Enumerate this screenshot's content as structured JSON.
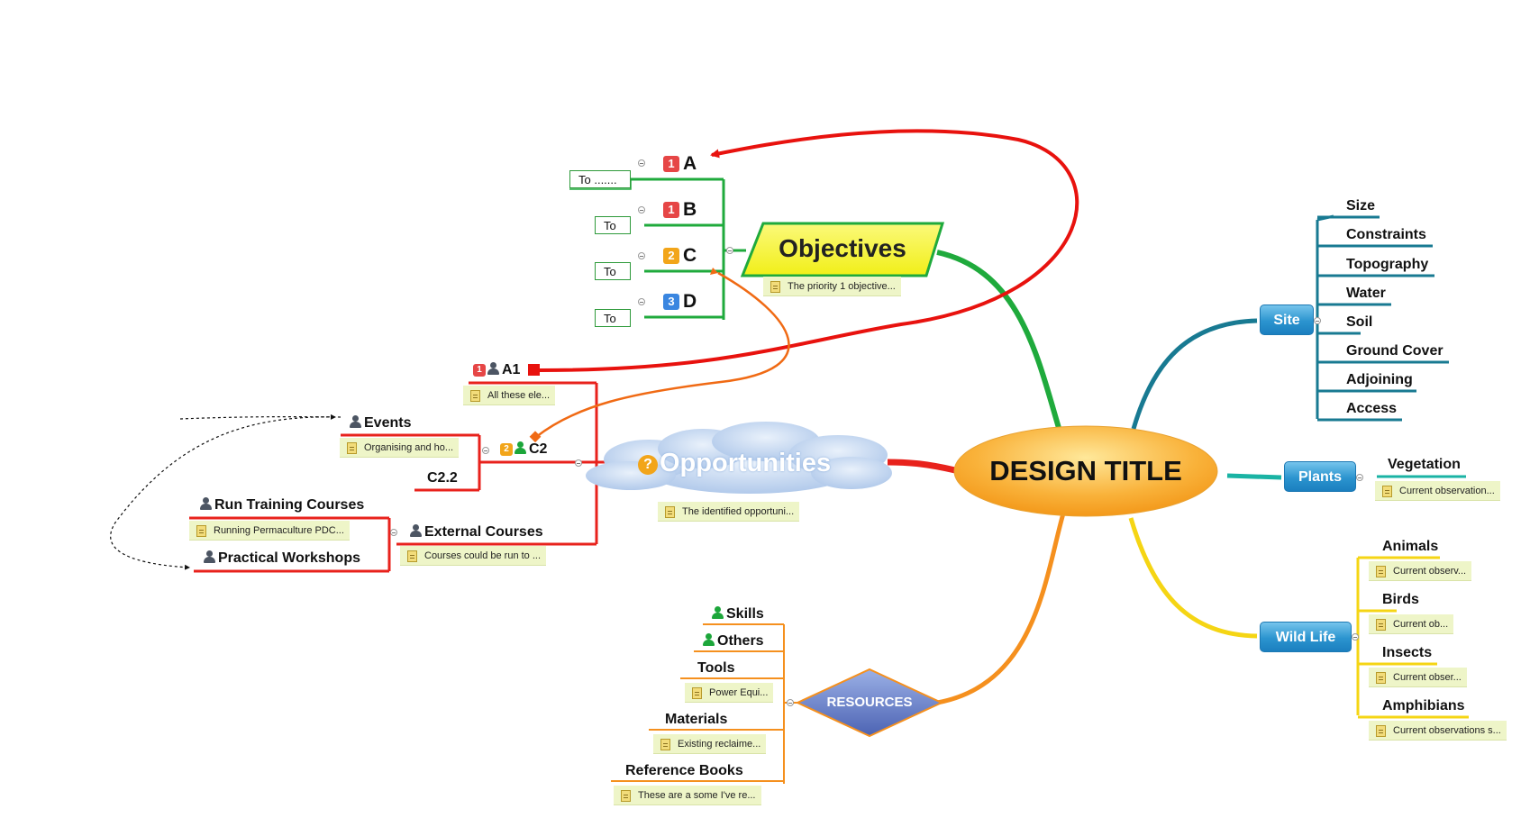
{
  "central": {
    "title": "DESIGN TITLE"
  },
  "objectives": {
    "label": "Objectives",
    "note": "The priority 1 objective...",
    "items": [
      {
        "letter": "A",
        "priority": "1",
        "sub": "To ......."
      },
      {
        "letter": "B",
        "priority": "1",
        "sub": "To"
      },
      {
        "letter": "C",
        "priority": "2",
        "sub": "To"
      },
      {
        "letter": "D",
        "priority": "3",
        "sub": "To"
      }
    ]
  },
  "opportunities": {
    "label": "Opportunities",
    "note": "The identified opportuni...",
    "a1": {
      "label": "A1",
      "priority": "1",
      "note": "All these ele..."
    },
    "c2": {
      "label": "C2",
      "priority": "2"
    },
    "c22": {
      "label": "C2.2"
    },
    "events": {
      "label": "Events",
      "note": "Organising and ho..."
    },
    "external": {
      "label": "External Courses",
      "note": "Courses could be run to ..."
    },
    "training": {
      "label": "Run Training Courses",
      "note": "Running Permaculture PDC..."
    },
    "workshops": {
      "label": "Practical Workshops"
    }
  },
  "resources": {
    "label": "RESOURCES",
    "items": [
      {
        "label": "Skills"
      },
      {
        "label": "Others"
      },
      {
        "label": "Tools",
        "note": "Power Equi..."
      },
      {
        "label": "Materials",
        "note": "Existing reclaime..."
      },
      {
        "label": "Reference Books",
        "note": "These are a some I've re..."
      }
    ]
  },
  "site": {
    "label": "Site",
    "items": [
      "Size",
      "Constraints",
      "Topography",
      "Water",
      "Soil",
      "Ground Cover",
      "Adjoining",
      "Access"
    ]
  },
  "plants": {
    "label": "Plants",
    "vegetation": "Vegetation",
    "note": "Current observation..."
  },
  "wildlife": {
    "label": "Wild Life",
    "items": [
      {
        "label": "Animals",
        "note": "Current observ..."
      },
      {
        "label": "Birds",
        "note": "Current ob..."
      },
      {
        "label": "Insects",
        "note": "Current obser..."
      },
      {
        "label": "Amphibians",
        "note": "Current observations s..."
      }
    ]
  },
  "colors": {
    "objectives_branch": "#1faa3c",
    "opportunities_branch": "#e8221c",
    "resources_branch": "#f5901e",
    "site_branch": "#187a92",
    "plants_branch": "#1ab3a4",
    "wildlife_branch": "#f5d514",
    "relationship_red": "#e8120e",
    "relationship_orange": "#f06a14"
  },
  "icons": [
    "priority-badge",
    "person-icon",
    "note-icon",
    "help-icon",
    "collapse-icon"
  ]
}
